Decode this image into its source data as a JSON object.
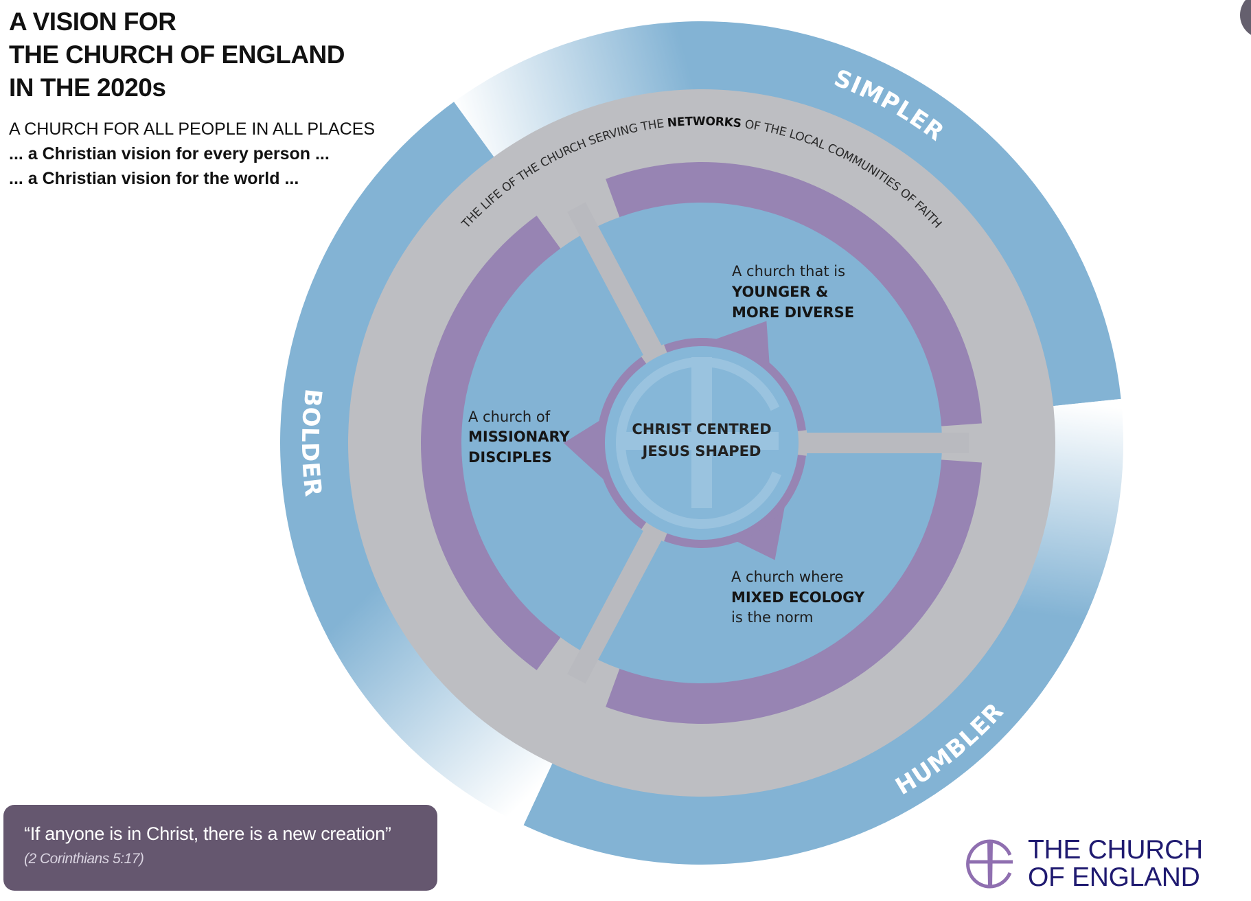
{
  "title": {
    "lines": [
      "A VISION FOR",
      "THE CHURCH OF ENGLAND",
      "IN THE 2020s"
    ]
  },
  "subtitle": {
    "line1": "A CHURCH FOR ALL PEOPLE IN ALL PLACES",
    "line2": "... a Christian vision for every person ...",
    "line3": "... a Christian vision for the world ..."
  },
  "diagram": {
    "colors": {
      "outer_blue": "#83b3d4",
      "gray": "#bdbec2",
      "purple": "#9784b3",
      "inner_blue": "#83b3d4",
      "hub_blue": "#86b7d8",
      "text_white": "#ffffff"
    },
    "outer_ring_segments": [
      {
        "label": "SIMPLER"
      },
      {
        "label": "HUMBLER"
      },
      {
        "label": "BOLDER"
      }
    ],
    "networks_arc": {
      "before": "THE LIFE OF THE CHURCH SERVING THE ",
      "emphasis": "NETWORKS",
      "after": " OF THE LOCAL COMMUNITIES OF FAITH"
    },
    "pillars": [
      {
        "pre": "A church that is",
        "bold1": "YOUNGER &",
        "bold2": "MORE DIVERSE",
        "post": ""
      },
      {
        "pre": "A church where",
        "bold1": "MIXED ECOLOGY",
        "bold2": "",
        "post": "is the norm"
      },
      {
        "pre": "A church of",
        "bold1": "MISSIONARY",
        "bold2": "DISCIPLES",
        "post": ""
      }
    ],
    "hub": {
      "line1": "CHRIST CENTRED",
      "line2": "JESUS SHAPED",
      "icon": "cross-in-circle-icon"
    }
  },
  "quote": {
    "text": "“If anyone is in Christ, there is a new creation”",
    "reference": "(2 Corinthians 5:17)",
    "background": "#65576f"
  },
  "logo": {
    "line1": "THE CHURCH",
    "line2": "OF ENGLAND",
    "icon": "cross-in-circle-icon",
    "text_color": "#1f1a70",
    "mark_color": "#8f6fb0"
  }
}
